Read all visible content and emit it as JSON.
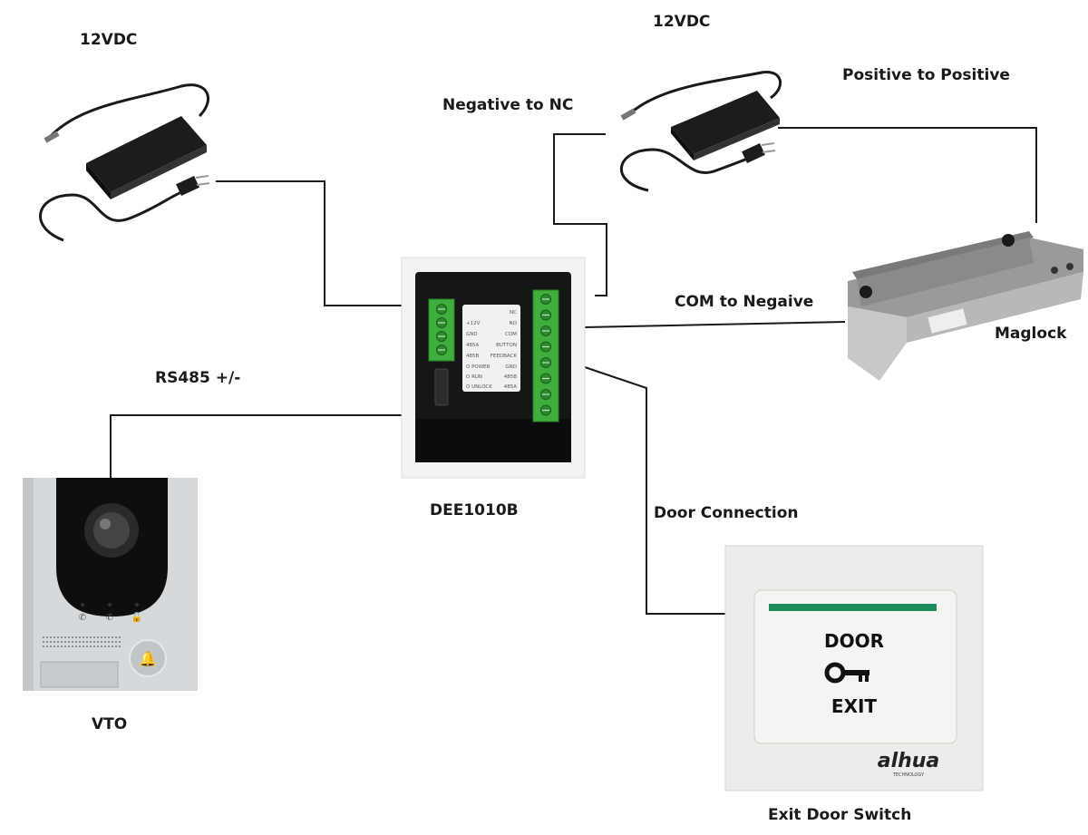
{
  "labels": {
    "psu_left_voltage": "12VDC",
    "psu_right_voltage": "12VDC",
    "negative_to_nc": "Negative to NC",
    "positive_to_positive": "Positive to Positive",
    "com_to_negative": "COM to Negaive",
    "maglock": "Maglock",
    "rs485": "RS485  +/-",
    "controller_model": "DEE1010B",
    "door_connection": "Door Connection",
    "vto": "VTO",
    "exit_door_switch": "Exit Door Switch"
  },
  "controller": {
    "terminals_left": [
      "+12V",
      "GND",
      "485A",
      "485B",
      "O POWER",
      "O RUN",
      "O UNLOCK"
    ],
    "terminals_right": [
      "NC",
      "NO",
      "COM",
      "BUTTON",
      "FEEDBACK",
      "GND",
      "485B",
      "485A"
    ]
  },
  "exit_switch": {
    "top_text": "DOOR",
    "bottom_text": "EXIT",
    "brand": "alhua",
    "brand_sub": "TECHNOLOGY"
  },
  "colors": {
    "wire": "#1a1a1a",
    "terminal_green": "#3fae3f",
    "psu_body": "#1c1c1c",
    "switch_bar": "#1f8a5a"
  }
}
